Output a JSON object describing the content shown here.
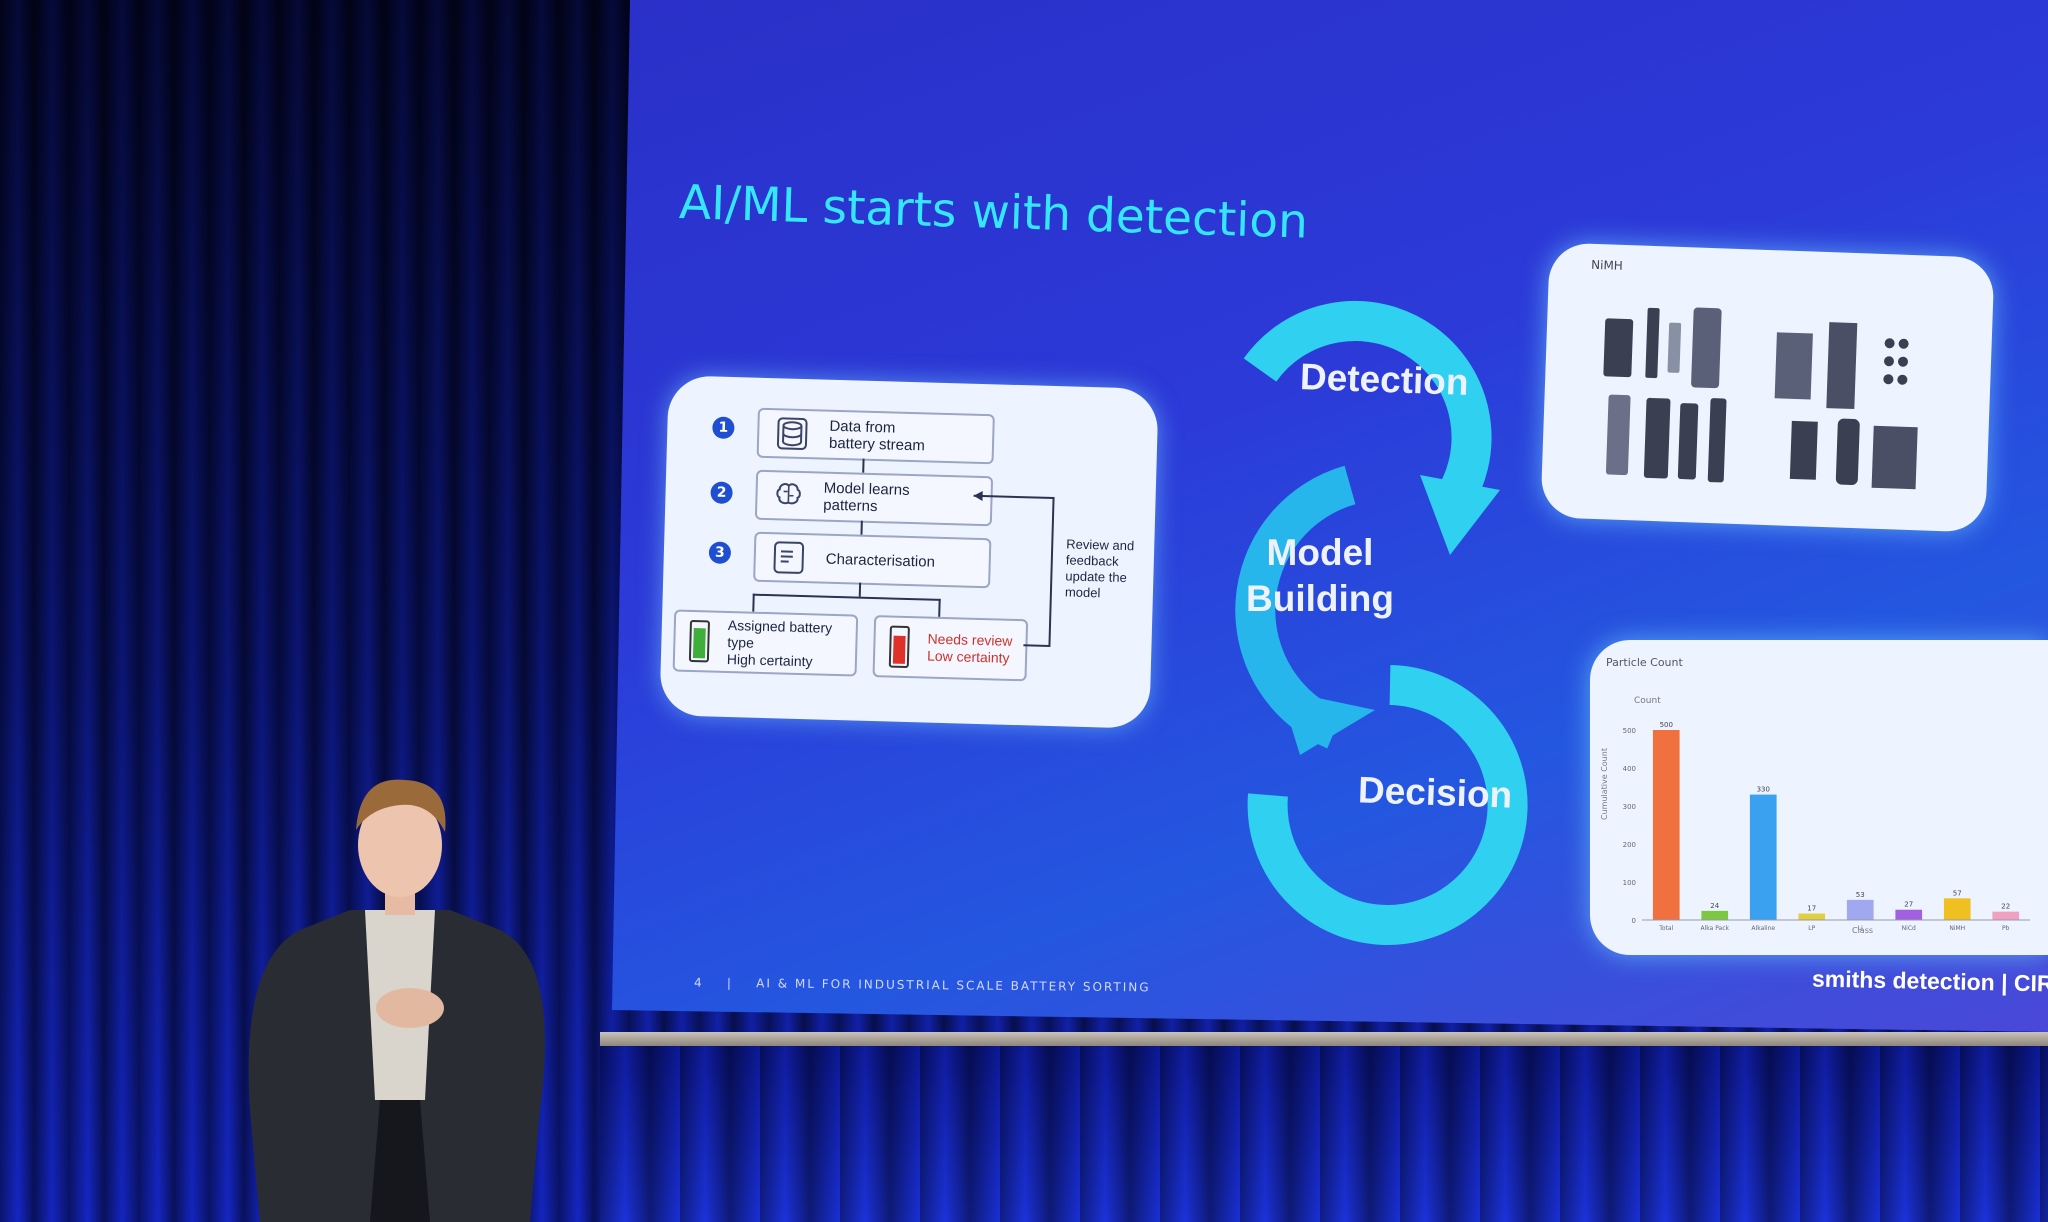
{
  "slide": {
    "title": "AI/ML starts with detection",
    "footer_page": "4",
    "footer_separator": "|",
    "footer_text": "AI & ML FOR INDUSTRIAL SCALE BATTERY SORTING",
    "brand": "smiths detection | CIR"
  },
  "flowchart": {
    "steps": [
      {
        "number": "1",
        "label_line1": "Data from",
        "label_line2": "battery stream",
        "icon": "database-icon"
      },
      {
        "number": "2",
        "label_line1": "Model learns",
        "label_line2": "patterns",
        "icon": "brain-icon"
      },
      {
        "number": "3",
        "label_line1": "Characterisation",
        "label_line2": "",
        "icon": "clipboard-icon"
      }
    ],
    "outcome_ok": {
      "line1": "Assigned battery type",
      "line2": "High certainty",
      "color": "#3fae3a"
    },
    "outcome_review": {
      "line1": "Needs review",
      "line2": "Low certainty",
      "color": "#e0302a"
    },
    "feedback_text": "Review and feedback update the model"
  },
  "cycle": {
    "stages": [
      "Detection",
      "Model Building",
      "Decision"
    ],
    "color": "#2fd2f0"
  },
  "battery_image": {
    "label": "NiMH"
  },
  "chart_data": {
    "type": "bar",
    "title": "Particle Count",
    "ylabel": "Cumulative Count",
    "legend_title": "Count",
    "xlabel": "Class",
    "ylim": [
      0,
      500
    ],
    "yticks": [
      "0",
      "100",
      "200",
      "300",
      "400",
      "500"
    ],
    "categories": [
      "Total",
      "Alka Pack",
      "Alkaline",
      "LP",
      "Li",
      "NiCd",
      "NiMH",
      "Pb"
    ],
    "values": [
      500,
      24,
      330,
      17,
      53,
      27,
      57,
      22
    ],
    "value_labels": [
      "500",
      "24",
      "330",
      "17",
      "53",
      "27",
      "57",
      "22"
    ],
    "colors": [
      "#f07040",
      "#7cc840",
      "#3aa0f0",
      "#e0d040",
      "#a0a8f0",
      "#a060e0",
      "#f0c020",
      "#f0a0c0"
    ]
  }
}
